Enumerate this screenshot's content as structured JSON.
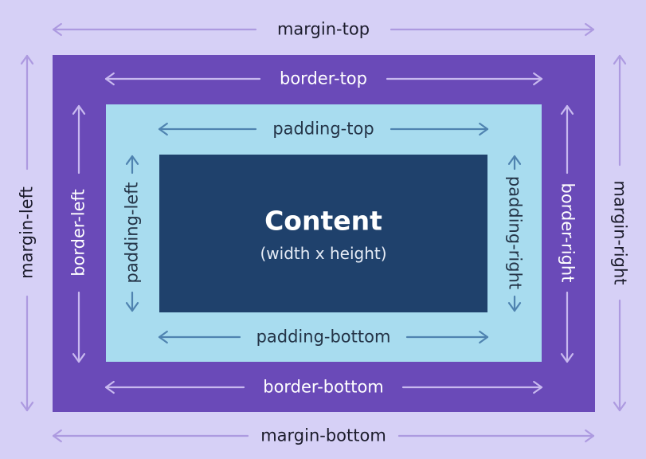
{
  "colors": {
    "margin_bg": "#d6d0f6",
    "border_bg": "#6a4ab8",
    "padding_bg": "#a8dcef",
    "content_bg": "#1f416c",
    "margin_stroke": "#ad9ae0",
    "border_stroke": "#c8b9ef",
    "padding_stroke": "#4f83b0",
    "margin_text": "#1c1c2c",
    "border_text": "#ffffff",
    "padding_text": "#243447"
  },
  "labels": {
    "margin_top": "margin-top",
    "margin_bottom": "margin-bottom",
    "margin_left": "margin-left",
    "margin_right": "margin-right",
    "border_top": "border-top",
    "border_bottom": "border-bottom",
    "border_left": "border-left",
    "border_right": "border-right",
    "padding_top": "padding-top",
    "padding_bottom": "padding-bottom",
    "padding_left": "padding-left",
    "padding_right": "padding-right"
  },
  "content": {
    "title": "Content",
    "subtitle": "(width x height)"
  }
}
